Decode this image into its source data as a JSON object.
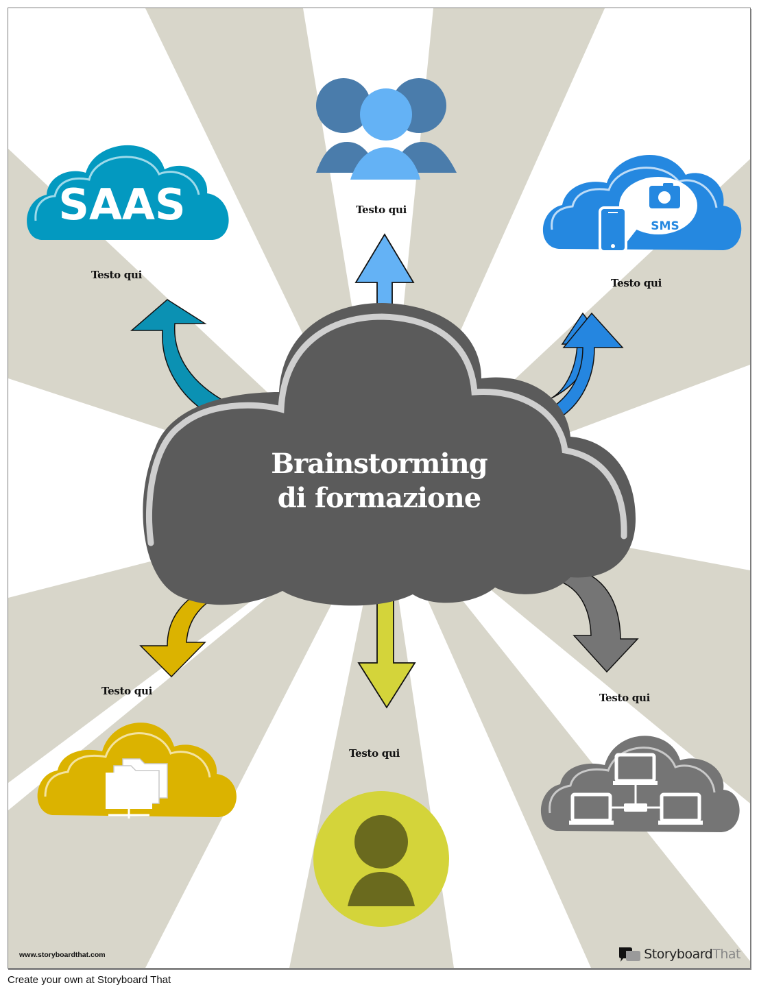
{
  "diagram": {
    "title_line1": "Brainstorming",
    "title_line2": "di formazione",
    "nodes": [
      {
        "id": "saas",
        "icon": "saas-cloud-icon",
        "icon_text": "SAAS",
        "label": "Testo qui",
        "color": "#0399c0"
      },
      {
        "id": "team",
        "icon": "people-group-icon",
        "label": "Testo qui",
        "color": "#4a7cab"
      },
      {
        "id": "mobile",
        "icon": "mobile-sms-cloud-icon",
        "icon_text": "SMS",
        "label": "Testo qui",
        "color": "#2588e0"
      },
      {
        "id": "folders",
        "icon": "folder-network-cloud-icon",
        "label": "Testo qui",
        "color": "#dbb300"
      },
      {
        "id": "person",
        "icon": "person-circle-icon",
        "label": "Testo qui",
        "color": "#d4d43a"
      },
      {
        "id": "network",
        "icon": "computer-network-cloud-icon",
        "label": "Testo qui",
        "color": "#757575"
      }
    ],
    "center_color": "#5b5b5b",
    "ray_color": "#d8d6ca"
  },
  "footer": {
    "site_url": "www.storyboardthat.com",
    "brand_name_dark": "Storyboard",
    "brand_name_light": "That",
    "create_link": "Create your own at Storyboard That"
  }
}
